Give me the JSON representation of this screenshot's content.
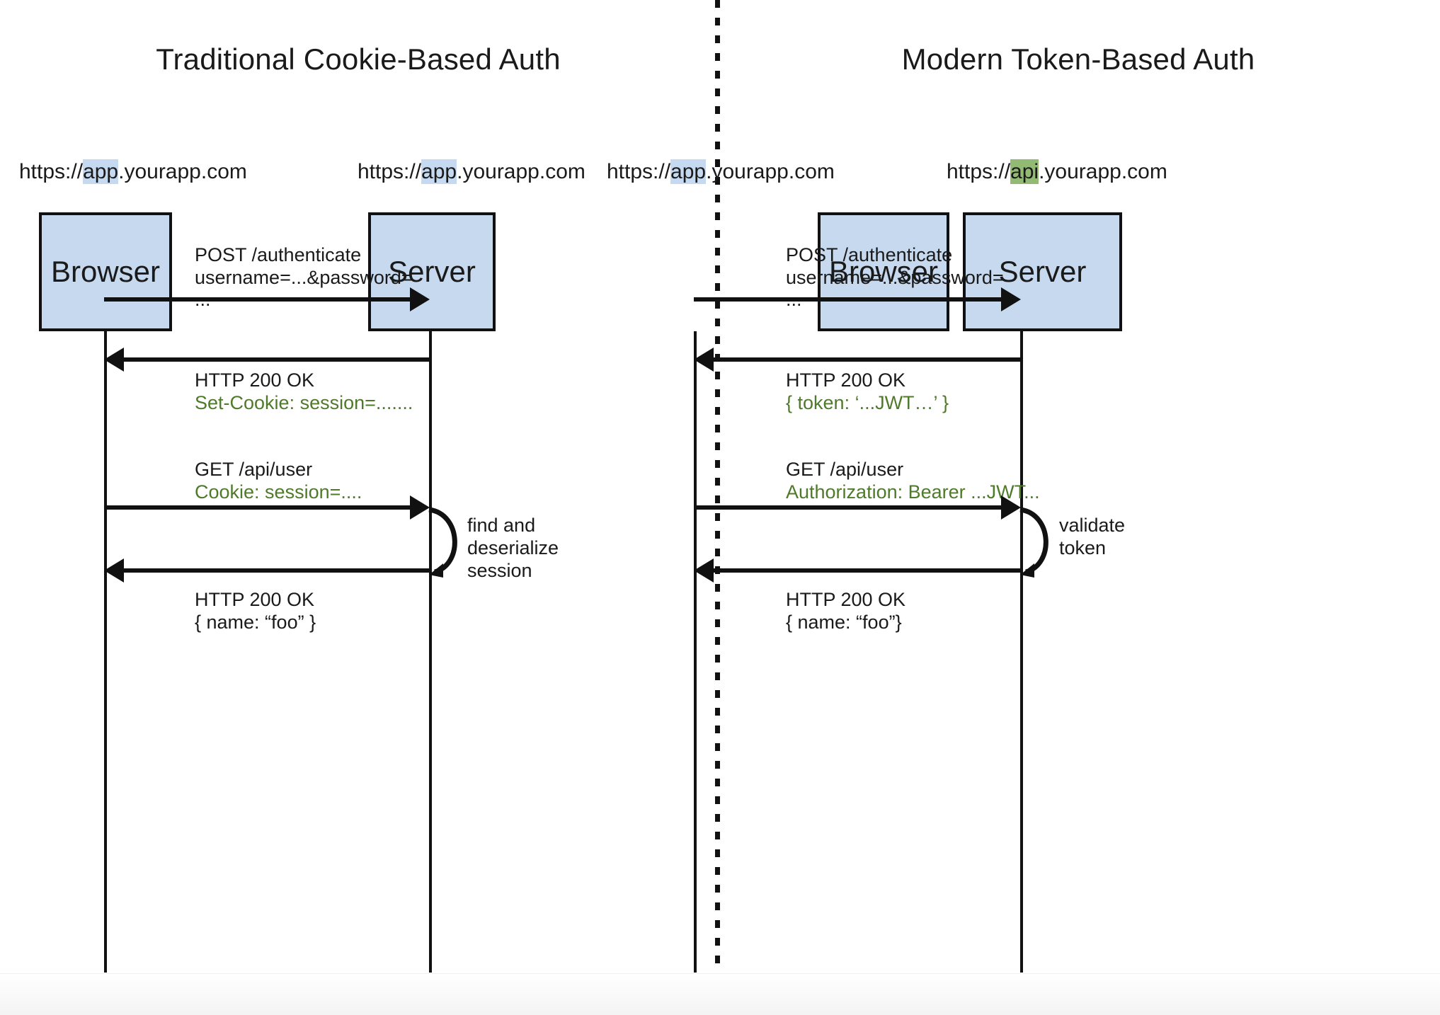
{
  "colors": {
    "actor_fill": "#c6d9ef",
    "actor_border": "#111111",
    "highlight_blue": "#c5d9f1",
    "highlight_green": "#92ba72",
    "header_green_text": "#4f7a2a",
    "text": "#1a1a1a",
    "line": "#111111"
  },
  "panels": [
    {
      "id": "cookie",
      "title": "Traditional Cookie-Based Auth",
      "actors": [
        {
          "name": "Browser",
          "url_prefix": "https://",
          "url_highlight": "app",
          "url_highlight_color": "blue",
          "url_suffix": ".yourapp.com"
        },
        {
          "name": "Server",
          "url_prefix": "https://",
          "url_highlight": "app",
          "url_highlight_color": "blue",
          "url_suffix": ".yourapp.com"
        }
      ],
      "messages": [
        {
          "direction": "right",
          "lines": [
            {
              "text": "POST /authenticate",
              "color": "black"
            },
            {
              "text": "username=...&password=",
              "color": "black"
            },
            {
              "text": "...",
              "color": "black"
            }
          ]
        },
        {
          "direction": "left",
          "lines": [
            {
              "text": "HTTP 200 OK",
              "color": "black"
            },
            {
              "text": "Set-Cookie: session=.......",
              "color": "green"
            }
          ]
        },
        {
          "direction": "right",
          "lines": [
            {
              "text": "GET /api/user",
              "color": "black"
            },
            {
              "text": "Cookie: session=....",
              "color": "green"
            }
          ]
        },
        {
          "direction": "left",
          "lines": [
            {
              "text": "HTTP 200 OK",
              "color": "black"
            },
            {
              "text": "{ name: “foo” }",
              "color": "black"
            }
          ]
        }
      ],
      "self_loop": {
        "lines": [
          "find and",
          "deserialize",
          "session"
        ]
      }
    },
    {
      "id": "token",
      "title": "Modern Token-Based Auth",
      "actors": [
        {
          "name": "Browser",
          "url_prefix": "https://",
          "url_highlight": "app",
          "url_highlight_color": "blue",
          "url_suffix": ".yourapp.com"
        },
        {
          "name": "Server",
          "url_prefix": "https://",
          "url_highlight": "api",
          "url_highlight_color": "green",
          "url_suffix": ".yourapp.com"
        }
      ],
      "messages": [
        {
          "direction": "right",
          "lines": [
            {
              "text": "POST /authenticate",
              "color": "black"
            },
            {
              "text": "username=...&password=",
              "color": "black"
            },
            {
              "text": "...",
              "color": "black"
            }
          ]
        },
        {
          "direction": "left",
          "lines": [
            {
              "text": "HTTP 200 OK",
              "color": "black"
            },
            {
              "text": "{ token: ‘...JWT…’ }",
              "color": "green"
            }
          ]
        },
        {
          "direction": "right",
          "lines": [
            {
              "text": "GET /api/user",
              "color": "black"
            },
            {
              "text": "Authorization: Bearer ...JWT...",
              "color": "green"
            }
          ]
        },
        {
          "direction": "left",
          "lines": [
            {
              "text": "HTTP 200 OK",
              "color": "black"
            },
            {
              "text": "{ name: “foo”}",
              "color": "black"
            }
          ]
        }
      ],
      "self_loop": {
        "lines": [
          "validate",
          "token"
        ]
      }
    }
  ]
}
